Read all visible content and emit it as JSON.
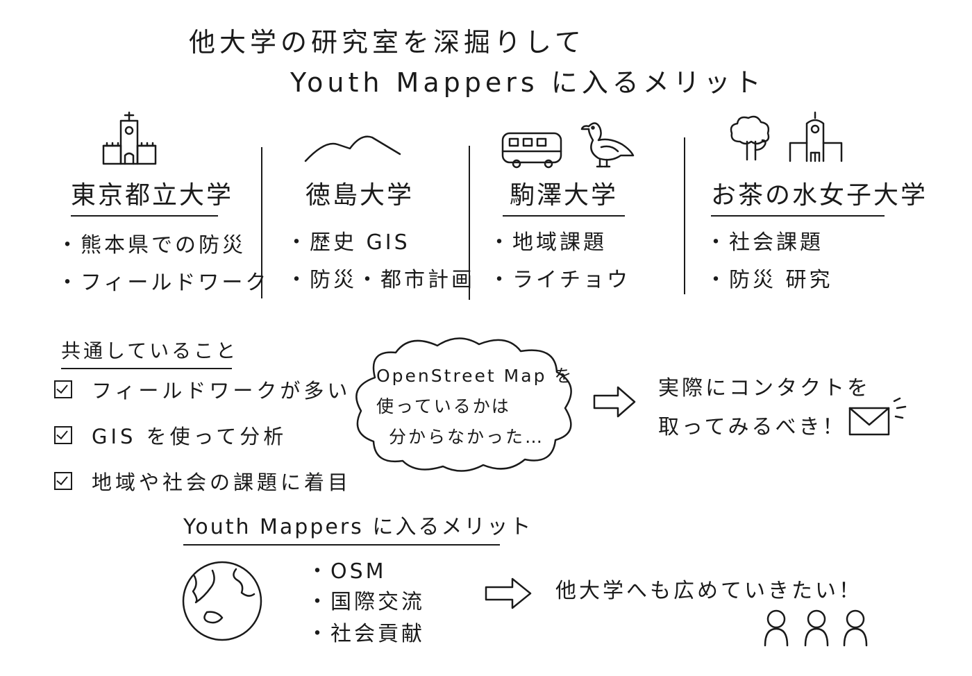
{
  "title": {
    "line1": "他大学の研究室を深掘りして",
    "line2": "Youth Mappers に入るメリット"
  },
  "universities": [
    {
      "name": "東京都立大学",
      "topics": [
        "・熊本県での防災",
        "・フィールドワーク"
      ],
      "icons": [
        "university-building-icon"
      ]
    },
    {
      "name": "徳島大学",
      "topics": [
        "・歴史 GIS",
        "・防災・都市計画"
      ],
      "icons": [
        "mountain-icon"
      ]
    },
    {
      "name": "駒澤大学",
      "topics": [
        "・地域課題",
        "・ライチョウ"
      ],
      "icons": [
        "bus-icon",
        "bird-icon"
      ]
    },
    {
      "name": "お茶の水女子大学",
      "topics": [
        "・社会課題",
        "・防災 研究"
      ],
      "icons": [
        "tree-icon",
        "university-building-icon"
      ]
    }
  ],
  "common": {
    "heading": "共通していること",
    "items": [
      "フィールドワークが多い",
      "GIS を使って分析",
      "地域や社会の課題に着目"
    ]
  },
  "cloud": {
    "lines": [
      "OpenStreet Map を",
      "使っているかは",
      "分からなかった…"
    ]
  },
  "contact": {
    "lines": [
      "実際にコンタクトを",
      "取ってみるべき！"
    ],
    "icon": "envelope-icon"
  },
  "merit": {
    "heading": "Youth Mappers に入るメリット",
    "items": [
      "・OSM",
      "・国際交流",
      "・社会貢献"
    ],
    "conclusion": "他大学へも広めていきたい！",
    "icons": [
      "globe-icon",
      "people-icon"
    ]
  }
}
